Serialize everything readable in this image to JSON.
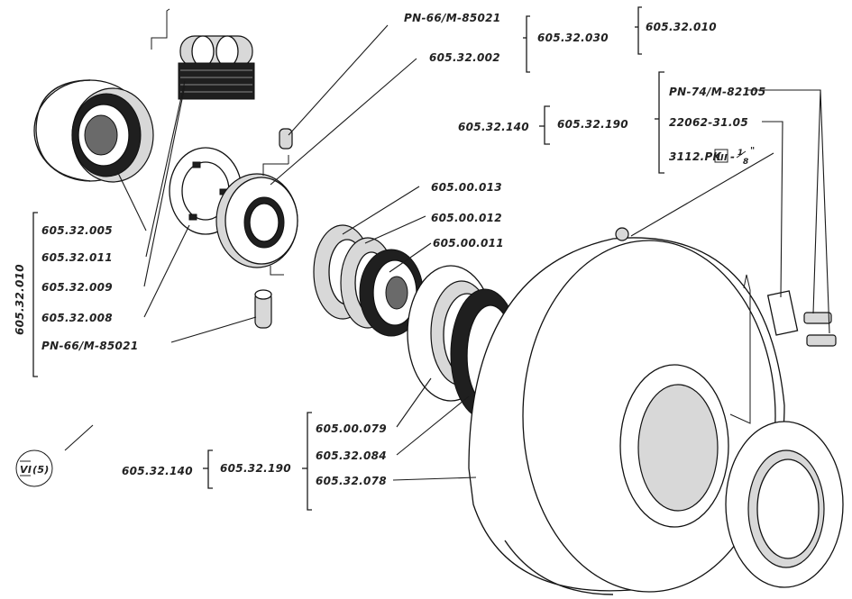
{
  "labels": {
    "pn66_top": "PN-66/M-85021",
    "p605_32_030": "605.32.030",
    "p605_32_010_top": "605.32.010",
    "p605_32_002": "605.32.002",
    "pn74": "PN-74/M-82105",
    "p22062": "22062-31.05",
    "p3112_prefix": "3112.PK",
    "p3112_roman": "III",
    "p3112_suffix": "-",
    "p3112_frac_num": "1",
    "p3112_frac_den": "8",
    "p3112_quote": "\"",
    "p605_32_140_right": "605.32.140",
    "p605_32_190_right": "605.32.190",
    "p605_00_013": "605.00.013",
    "p605_00_012": "605.00.012",
    "p605_00_011": "605.00.011",
    "p605_32_005": "605.32.005",
    "p605_32_011": "605.32.011",
    "p605_32_009": "605.32.009",
    "p605_32_008": "605.32.008",
    "pn66_left": "PN-66/M-85021",
    "p605_32_010_vertical": "605.32.010",
    "p605_00_079": "605.00.079",
    "p605_32_084": "605.32.084",
    "p605_32_078": "605.32.078",
    "p605_32_140_bottom": "605.32.140",
    "p605_32_190_bottom": "605.32.190",
    "view_roman": "VI",
    "view_number": "(5)"
  }
}
